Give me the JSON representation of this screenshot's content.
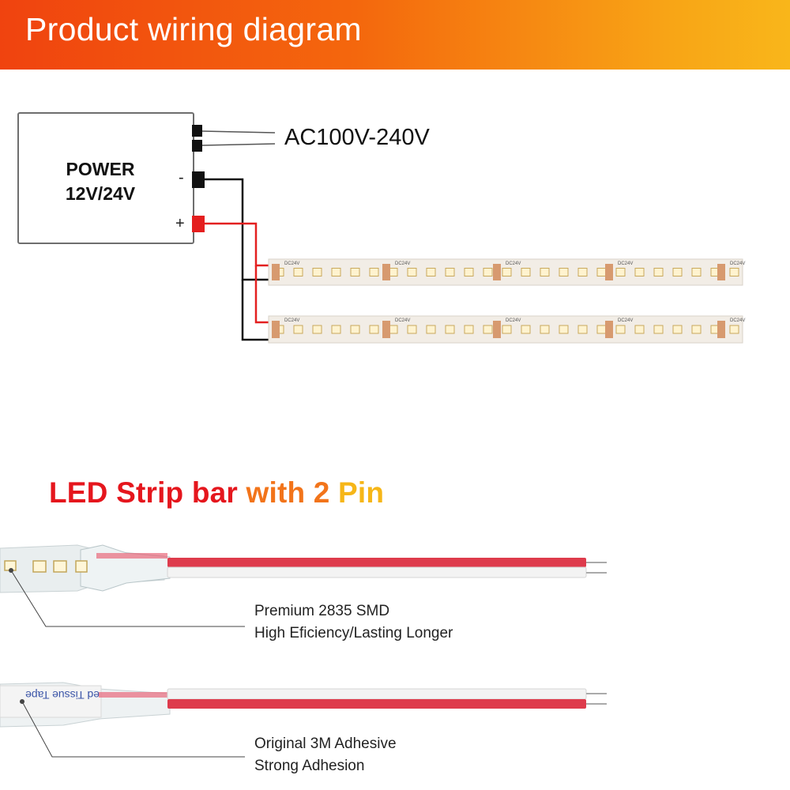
{
  "header": {
    "title": "Product wiring diagram",
    "gradient": [
      "#f0430f",
      "#f9b61a"
    ]
  },
  "power_supply": {
    "line1": "POWER",
    "line2": "12V/24V",
    "minus_label": "-",
    "plus_label": "+"
  },
  "ac_input": {
    "label": "AC100V-240V"
  },
  "strip_print": {
    "voltage_mark": "DC24V"
  },
  "section": {
    "title_part1": "LED Strip bar ",
    "title_part2": "with 2 ",
    "title_part3": "Pin"
  },
  "callouts": [
    {
      "line1": "Premium 2835 SMD",
      "line2": "High Eficiency/Lasting Longer"
    },
    {
      "line1": "Original 3M Adhesive",
      "line2": "Strong Adhesion"
    }
  ],
  "tape_print": "ed Tissue Tape",
  "colors": {
    "red_wire": "#e32020",
    "black_wire": "#111111",
    "title_red": "#e5161d",
    "title_orange": "#f2741a",
    "title_yellow": "#f6b617"
  }
}
